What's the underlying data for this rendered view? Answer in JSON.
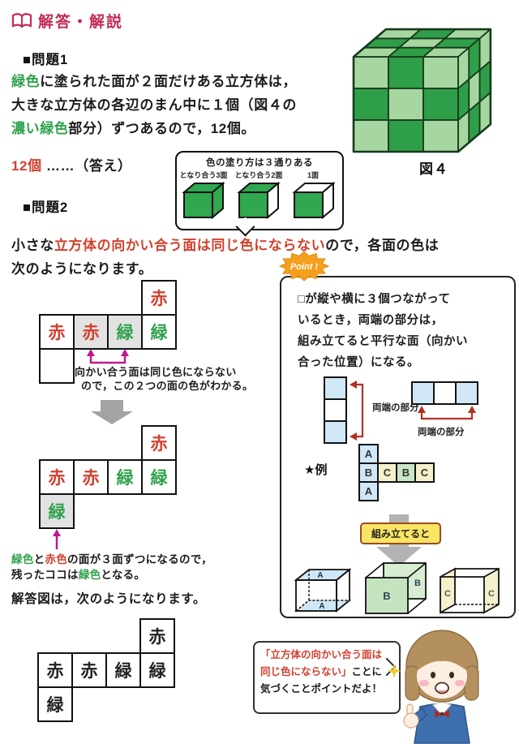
{
  "header": {
    "title": "解答・解説"
  },
  "problem1": {
    "heading": "■問題1",
    "seg1_green": "緑色",
    "seg1_black": "に塗られた面が２面だけある立方体は，",
    "seg2_black": "大きな立方体の各辺のまん中に１個（図４の",
    "seg3_green": "濃い緑色",
    "seg3_black": "部分）ずつあるので，12個。",
    "answer": "12個",
    "answer_dots": "……（答え）"
  },
  "paint_box": {
    "title": "色の塗り方は３通りある",
    "labels": [
      "となり合う3面",
      "となり合う2面",
      "1面"
    ]
  },
  "figure4": {
    "caption": "図４"
  },
  "problem2": {
    "heading": "■問題2",
    "seg_black1": "小さな",
    "seg_red": "立方体の向かい合う面は同じ色にならない",
    "seg_black2": "ので，各面の色は",
    "line2": "次のようになります。"
  },
  "net1": {
    "top": "赤",
    "mid": [
      "赤",
      "赤",
      "緑",
      "緑"
    ],
    "bottom": "",
    "caption1": "向かい合う面は同じ色にならない",
    "caption2": "ので，この２つの面の色がわかる。"
  },
  "net2": {
    "top": "赤",
    "mid": [
      "赤",
      "赤",
      "緑",
      "緑"
    ],
    "bottom": "緑",
    "cap_green1": "緑色",
    "cap_b1": "と",
    "cap_red": "赤色",
    "cap_b2": "の面が３面ずつになるので，",
    "cap_b3": "残ったココは",
    "cap_green2": "緑色",
    "cap_b4": "となる。"
  },
  "answer_figure": {
    "intro": "解答図は，次のようになります。",
    "top": "赤",
    "mid": [
      "赤",
      "赤",
      "緑",
      "緑"
    ],
    "bottom": "緑"
  },
  "point_box": {
    "badge": "Point !",
    "line1": "□が縦や横に３個つながって",
    "line2": "いるとき，両端の部分は，",
    "line3": "組み立てると平行な面（向かい",
    "line4": "合った位置）になる。",
    "strip_label_v": "両端の部分",
    "strip_label_h": "両端の部分",
    "example_label": "★例",
    "net": {
      "col_top": "A",
      "col_mid": "B",
      "col_bottom": "A",
      "row": [
        "C",
        "B",
        "C"
      ]
    },
    "assemble_label": "組み立てると",
    "cube_a": "A",
    "cube_b": "B",
    "cube_c": "C"
  },
  "bubble": {
    "line1_red": "「立方体の向かい合う面は",
    "line2_red": "同じ色にならない」",
    "line2_black": "ことに",
    "line3": "気づくことポイントだよ！"
  },
  "colors": {
    "accent_crimson": "#c22b55",
    "text_red": "#d2402e",
    "text_green": "#2fa14b",
    "cube_green": "#2fa84f",
    "cube_light_green": "#a7d7a0",
    "magenta_arrow": "#c2188c",
    "point_orange": "#f59f1e",
    "cell_blue": "#cfe7f7",
    "cell_cream": "#f6f1cd",
    "cell_green": "#c9e6c4"
  }
}
